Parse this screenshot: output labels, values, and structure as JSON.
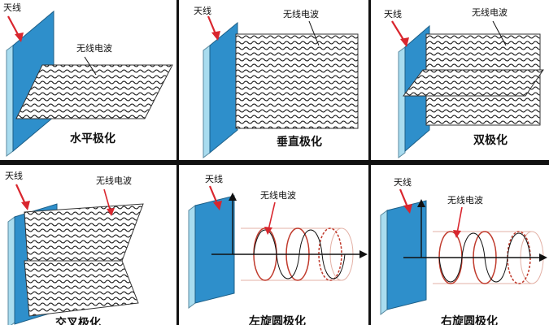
{
  "colors": {
    "antenna_face": "#2e8fcb",
    "antenna_side": "#a9dcef",
    "arrow": "#d9262e",
    "wave_line": "#111111",
    "divider": "#111111",
    "helix": "#c0392b"
  },
  "panels": [
    {
      "antenna_label": "天线",
      "wave_label": "无线电波",
      "caption": "水平极化"
    },
    {
      "antenna_label": "天线",
      "wave_label": "无线电波",
      "caption": "垂直极化"
    },
    {
      "antenna_label": "天线",
      "wave_label": "无线电波",
      "caption": "双极化"
    },
    {
      "antenna_label": "天线",
      "wave_label": "无线电波",
      "caption": "交叉极化"
    },
    {
      "antenna_label": "天线",
      "wave_label": "无线电波",
      "caption": "左旋圆极化"
    },
    {
      "antenna_label": "天线",
      "wave_label": "无线电波",
      "caption": "右旋圆极化"
    }
  ]
}
